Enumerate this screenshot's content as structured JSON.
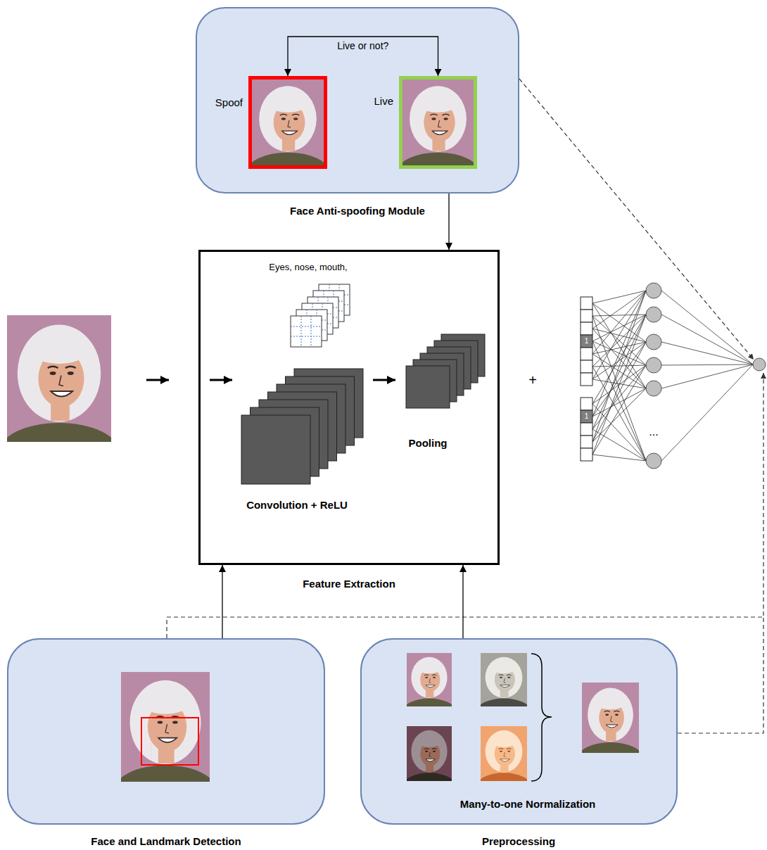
{
  "diagram": {
    "nodes": [
      {
        "text": [
          "Face Anti-spoofing Module"
        ]
      },
      {
        "text": [
          "Spoof"
        ],
        "in": 0
      },
      {
        "text": [
          "Live"
        ],
        "in": 0
      },
      {
        "text": [
          "Feature Extraction",
          "Eyes, nose, mouth,",
          "Convolution + ReLU",
          "Pooling"
        ]
      },
      {
        "text": [
          "Face and Landmark Detection"
        ]
      },
      {
        "text": [
          "Preprocessing",
          "Many-to-one Normalization"
        ]
      }
    ],
    "edges": [
      {
        "from": 1,
        "to": 2,
        "arrow": "both",
        "label": "Live or not?"
      },
      {
        "from": 0,
        "to": 3,
        "arrow": "to"
      },
      {
        "from": 4,
        "to": 3,
        "arrow": "to"
      },
      {
        "from": 5,
        "to": 3,
        "arrow": "to"
      }
    ],
    "labels": [
      "+",
      "1",
      "1",
      "..."
    ]
  }
}
